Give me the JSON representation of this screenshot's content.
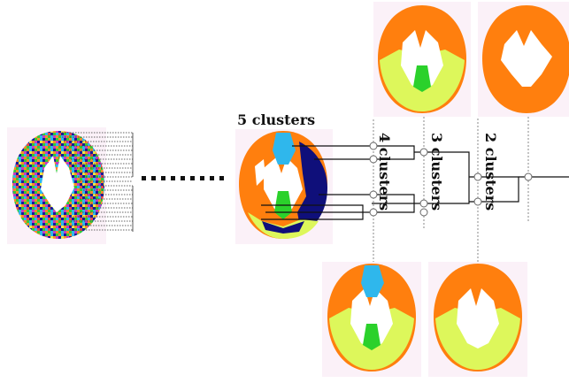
{
  "labels": {
    "five": "5 clusters",
    "four": "4 clusters",
    "three": "3 clusters",
    "two": "2 clusters"
  },
  "colors": {
    "orange": "#ff7f0e",
    "yellow_green": "#ddf75b",
    "green": "#2bd12b",
    "light_blue": "#2fb7ec",
    "navy": "#0f0f7a",
    "white": "#ffffff",
    "tile_bg": "#fbf1f8",
    "line": "#111111",
    "dotted": "#888888"
  }
}
